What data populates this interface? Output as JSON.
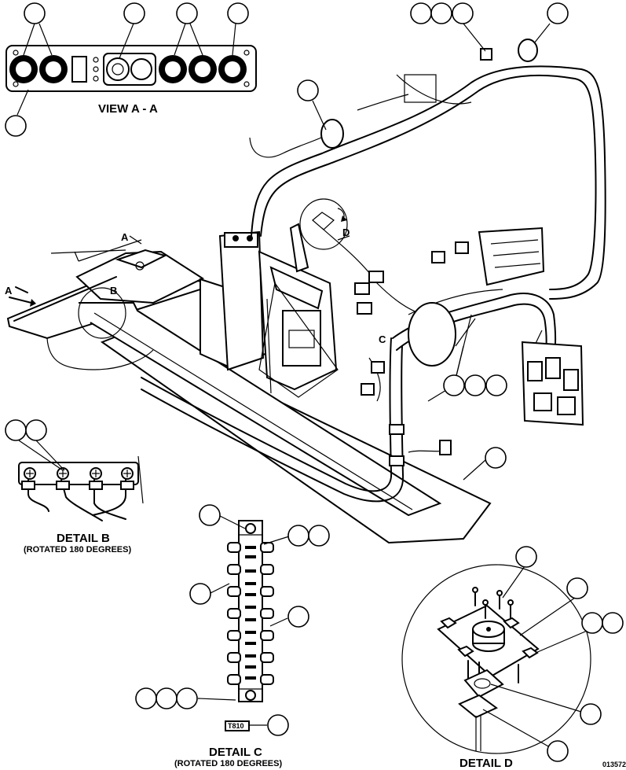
{
  "labels": {
    "view_aa": "VIEW A - A",
    "detail_b": "DETAIL B",
    "detail_b_note": "(ROTATED 180 DEGREES)",
    "detail_c": "DETAIL C",
    "detail_c_note": "(ROTATED 180 DEGREES)",
    "detail_d": "DETAIL D",
    "figure_code": "013572"
  },
  "letters": {
    "a1": "A",
    "a2": "A",
    "b": "B",
    "c": "C",
    "d": "D"
  },
  "detail_c_tag": "T810"
}
